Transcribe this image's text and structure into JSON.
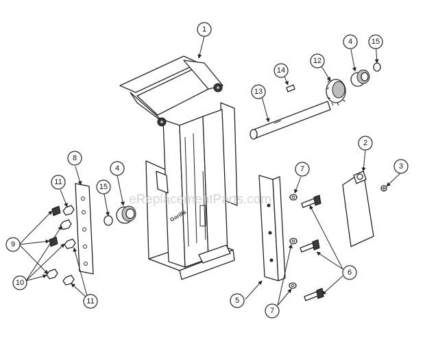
{
  "callouts": {
    "c1": "1",
    "c2": "2",
    "c3": "3",
    "c4a": "4",
    "c4b": "4",
    "c5": "5",
    "c6": "6",
    "c7a": "7",
    "c7b": "7",
    "c8": "8",
    "c9": "9",
    "c10": "10",
    "c11a": "11",
    "c11b": "11",
    "c12": "12",
    "c13": "13",
    "c14": "14",
    "c15a": "15",
    "c15b": "15"
  },
  "watermark": "eReplacementParts.com",
  "brand_label": "Gorilla"
}
